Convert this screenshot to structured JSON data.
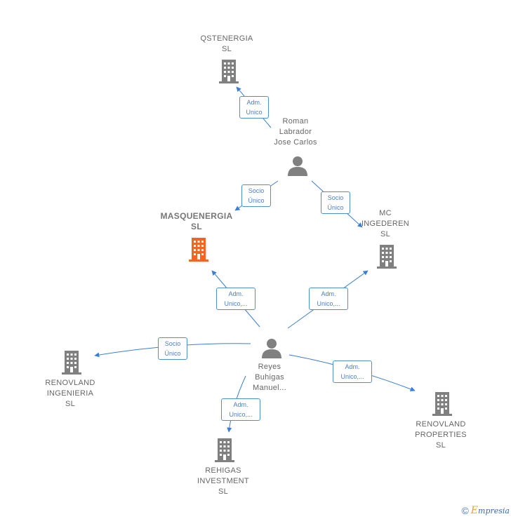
{
  "nodes": {
    "qstenergia": {
      "lines": [
        "QSTENERGIA",
        "SL"
      ],
      "type": "company"
    },
    "roman": {
      "lines": [
        "Roman",
        "Labrador",
        "Jose Carlos"
      ],
      "type": "person"
    },
    "masquenergia": {
      "lines": [
        "MASQUENERGIA",
        "SL"
      ],
      "type": "company-main"
    },
    "mc_ingederen": {
      "lines": [
        "MC",
        "INGEDEREN",
        "SL"
      ],
      "type": "company"
    },
    "reyes": {
      "lines": [
        "Reyes",
        "Buhigas",
        "Manuel..."
      ],
      "type": "person"
    },
    "renovland_ing": {
      "lines": [
        "RENOVLAND",
        "INGENIERIA",
        "SL"
      ],
      "type": "company"
    },
    "renovland_prop": {
      "lines": [
        "RENOVLAND",
        "PROPERTIES",
        "SL"
      ],
      "type": "company"
    },
    "rehigas": {
      "lines": [
        "REHIGAS",
        "INVESTMENT",
        "SL"
      ],
      "type": "company"
    }
  },
  "edges": [
    {
      "id": "roman-qst",
      "lines": [
        "Adm.",
        "Unico"
      ]
    },
    {
      "id": "roman-masq",
      "lines": [
        "Socio",
        "Único"
      ]
    },
    {
      "id": "roman-mc",
      "lines": [
        "Socio",
        "Único"
      ]
    },
    {
      "id": "reyes-masq",
      "lines": [
        "Adm.",
        "Unico,..."
      ]
    },
    {
      "id": "reyes-mc",
      "lines": [
        "Adm.",
        "Unico,..."
      ]
    },
    {
      "id": "reyes-reni",
      "lines": [
        "Socio",
        "Único"
      ]
    },
    {
      "id": "reyes-renp",
      "lines": [
        "Adm.",
        "Unico,..."
      ]
    },
    {
      "id": "reyes-reh",
      "lines": [
        "Adm.",
        "Unico,..."
      ]
    }
  ],
  "colors": {
    "edge": "#3a7fd5",
    "company": "#808080",
    "company_main": "#f26522",
    "person": "#808080"
  },
  "icons": {
    "company": "building-icon",
    "person": "person-icon"
  },
  "footer": {
    "copyright_symbol": "©",
    "brand_initial": "E",
    "brand_rest": "mpresia"
  }
}
